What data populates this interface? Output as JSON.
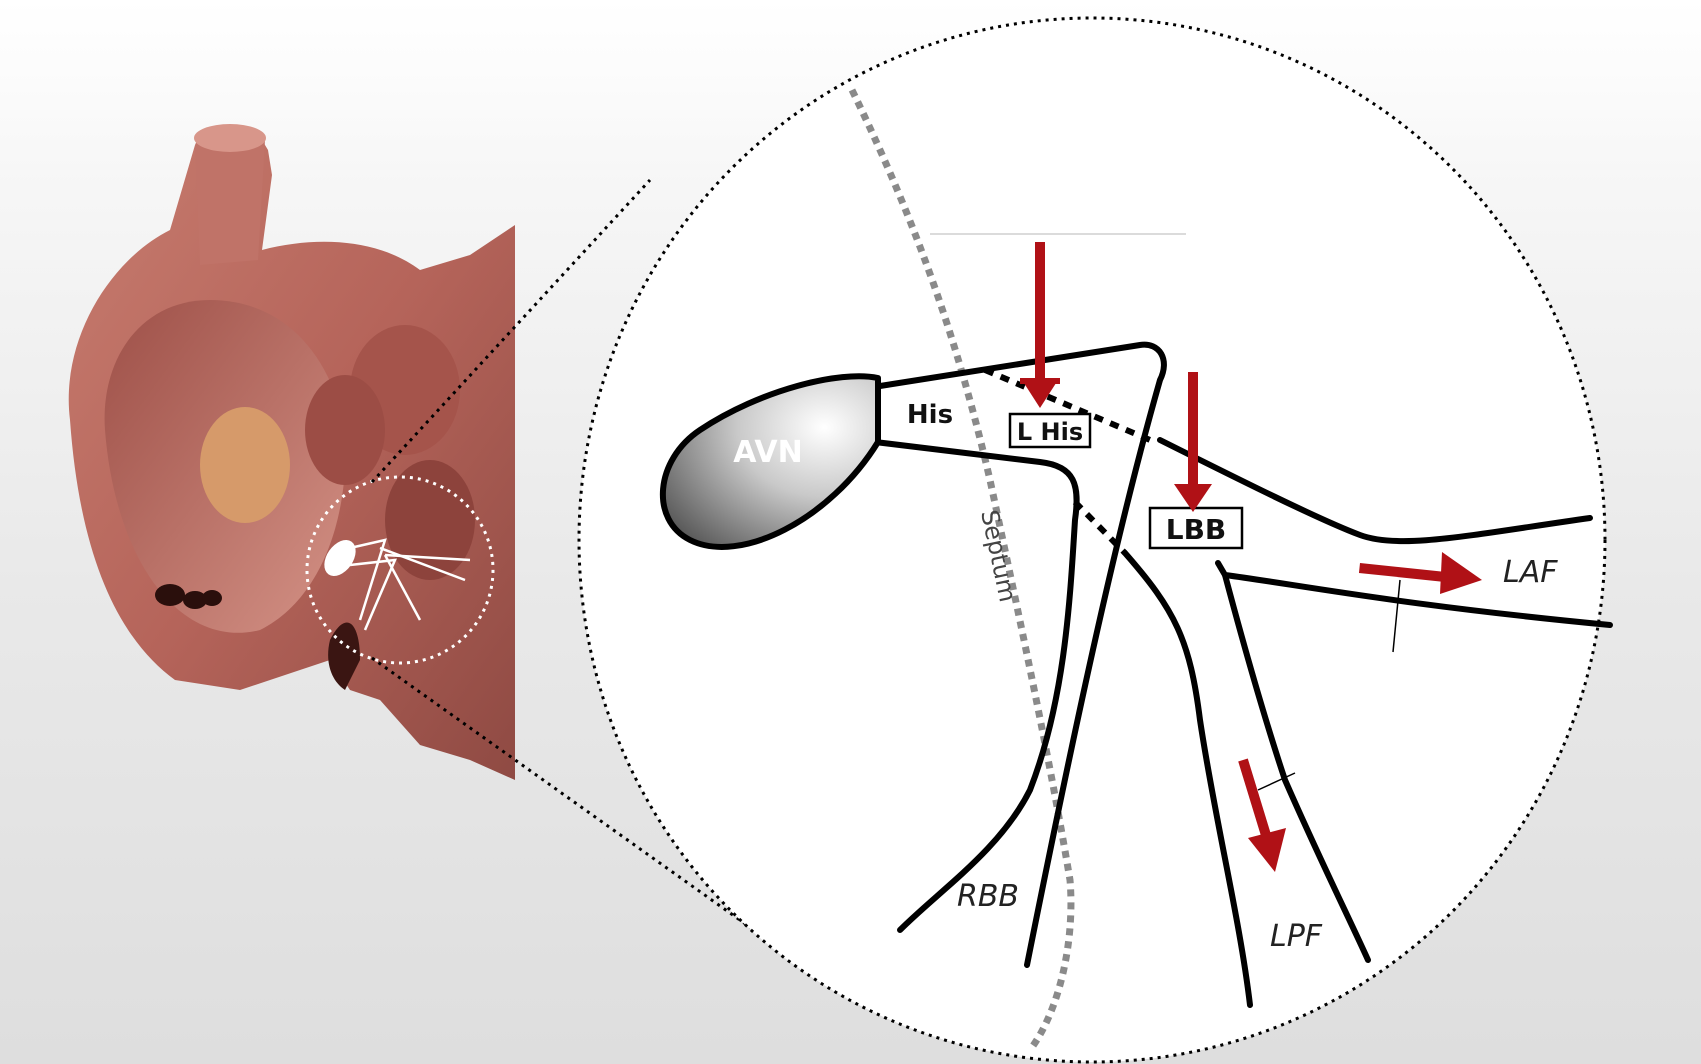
{
  "labels": {
    "avn": "AVN",
    "his": "His",
    "l_his": "L His",
    "lbb": "LBB",
    "laf": "LAF",
    "lpf": "LPF",
    "rbb": "RBB",
    "septum": "Septum"
  },
  "colors": {
    "arrow": "#b01116",
    "line": "#000000",
    "septum": "#8a8a8a",
    "heart_tissue": "#b8675c"
  },
  "icons": {
    "arrow": "red-arrow-icon",
    "heart": "heart-photo"
  }
}
